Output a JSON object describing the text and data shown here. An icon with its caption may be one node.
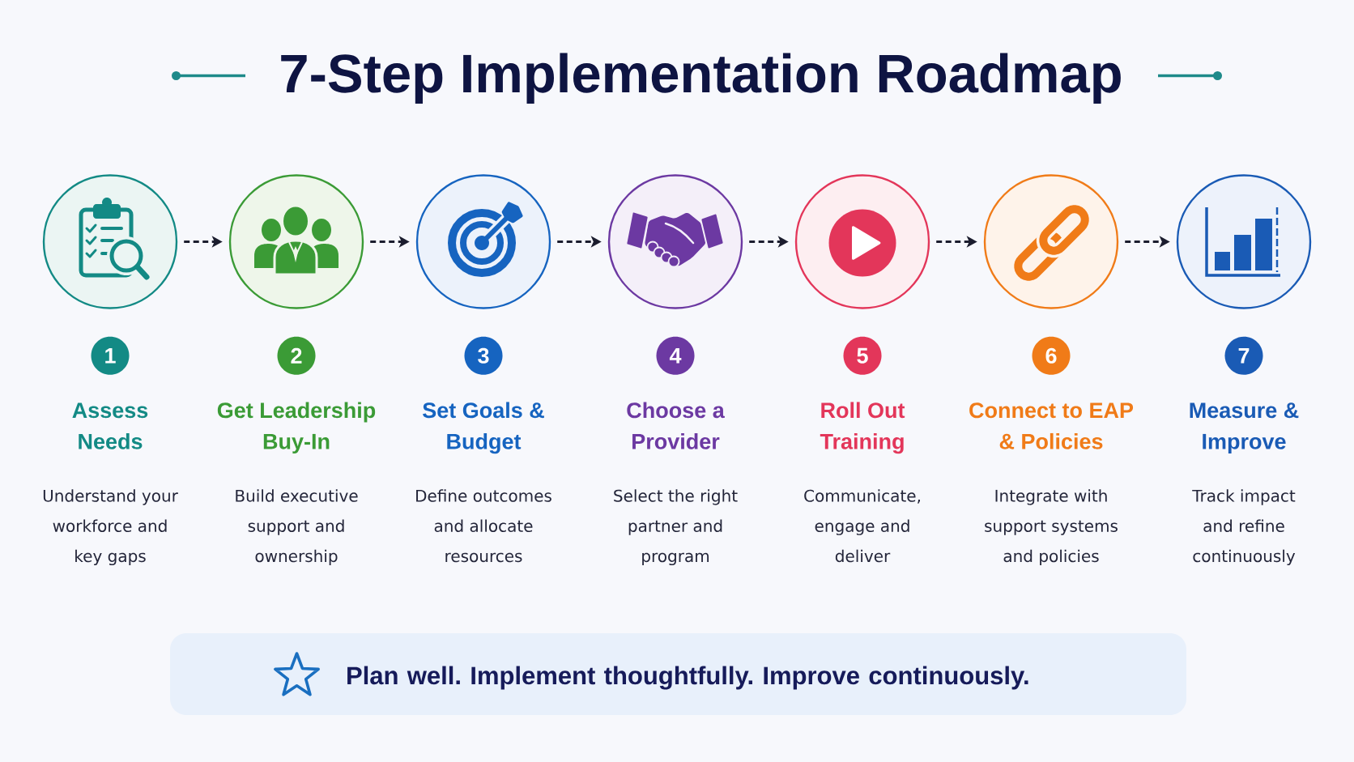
{
  "diagram": {
    "title": "7-Step Implementation Roadmap",
    "nodes": [
      {
        "text": [],
        "shape": "circle"
      },
      {
        "text": [],
        "shape": "circle"
      },
      {
        "text": [],
        "shape": "circle"
      },
      {
        "text": [],
        "shape": "circle"
      },
      {
        "text": [],
        "shape": "circle"
      },
      {
        "text": [],
        "shape": "circle"
      },
      {
        "text": [],
        "shape": "circle"
      },
      {
        "text": [
          "1"
        ],
        "beside": [
          "Assess Needs",
          "Understand your workforce and key gaps"
        ]
      },
      {
        "text": [
          "2"
        ],
        "beside": [
          "Get Leadership Buy-In",
          "Build executive support and ownership"
        ]
      },
      {
        "text": [
          "3"
        ],
        "beside": [
          "Set Goals & Budget",
          "Define outcomes and allocate resources"
        ]
      },
      {
        "text": [
          "4"
        ],
        "beside": [
          "Choose a Provider",
          "Select the right partner and program"
        ]
      },
      {
        "text": [
          "5"
        ],
        "beside": [
          "Roll Out Training",
          "Communicate, engage and deliver"
        ]
      },
      {
        "text": [
          "6"
        ],
        "beside": [
          "Connect to EAP & Policies",
          "Integrate with support systems and policies"
        ]
      },
      {
        "text": [
          "7"
        ],
        "beside": [
          "Measure & Improve",
          "Track impact and refine continuously"
        ]
      },
      {
        "text": [
          "Plan well. Implement thoughtfully. Improve continuously."
        ]
      }
    ],
    "edges": [
      {
        "from": 0,
        "to": 1,
        "arrow": "to",
        "style": "dashed"
      },
      {
        "from": 1,
        "to": 2,
        "arrow": "to",
        "style": "dashed"
      },
      {
        "from": 2,
        "to": 3,
        "arrow": "to",
        "style": "dashed"
      },
      {
        "from": 3,
        "to": 4,
        "arrow": "to",
        "style": "dashed"
      },
      {
        "from": 4,
        "to": 5,
        "arrow": "to",
        "style": "dashed"
      },
      {
        "from": 5,
        "to": 6,
        "arrow": "to",
        "style": "dashed"
      }
    ]
  }
}
